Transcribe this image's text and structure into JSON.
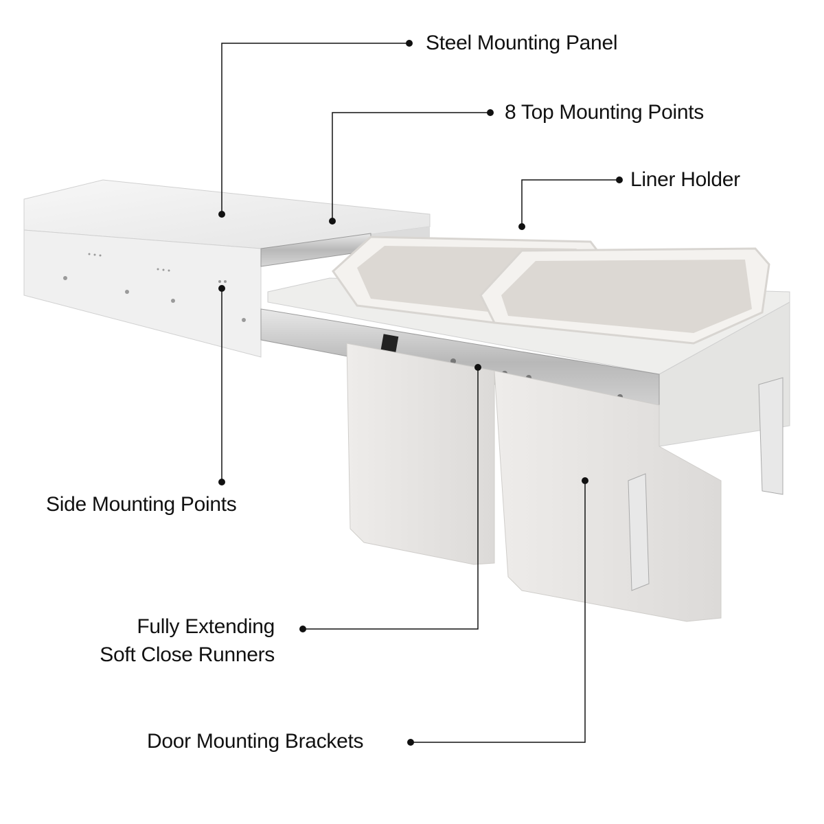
{
  "diagram": {
    "subject": "double pull-out waste bin with steel mounting panel",
    "colors": {
      "background": "#ffffff",
      "callout_line": "#111111",
      "label_text": "#111111",
      "bin_body": "#e6e4e2",
      "panel": "#ededed",
      "runner_metal": "#c9c9c9"
    },
    "callouts": [
      {
        "id": "steel-mounting-panel",
        "label": "Steel Mounting Panel"
      },
      {
        "id": "top-mounting-points",
        "label": "8 Top Mounting Points"
      },
      {
        "id": "liner-holder",
        "label": "Liner Holder"
      },
      {
        "id": "side-mounting-points",
        "label": "Side Mounting Points"
      },
      {
        "id": "soft-close-runners",
        "label_line1": "Fully Extending",
        "label_line2": "Soft Close Runners"
      },
      {
        "id": "door-mounting-brackets",
        "label": "Door Mounting Brackets"
      }
    ]
  }
}
